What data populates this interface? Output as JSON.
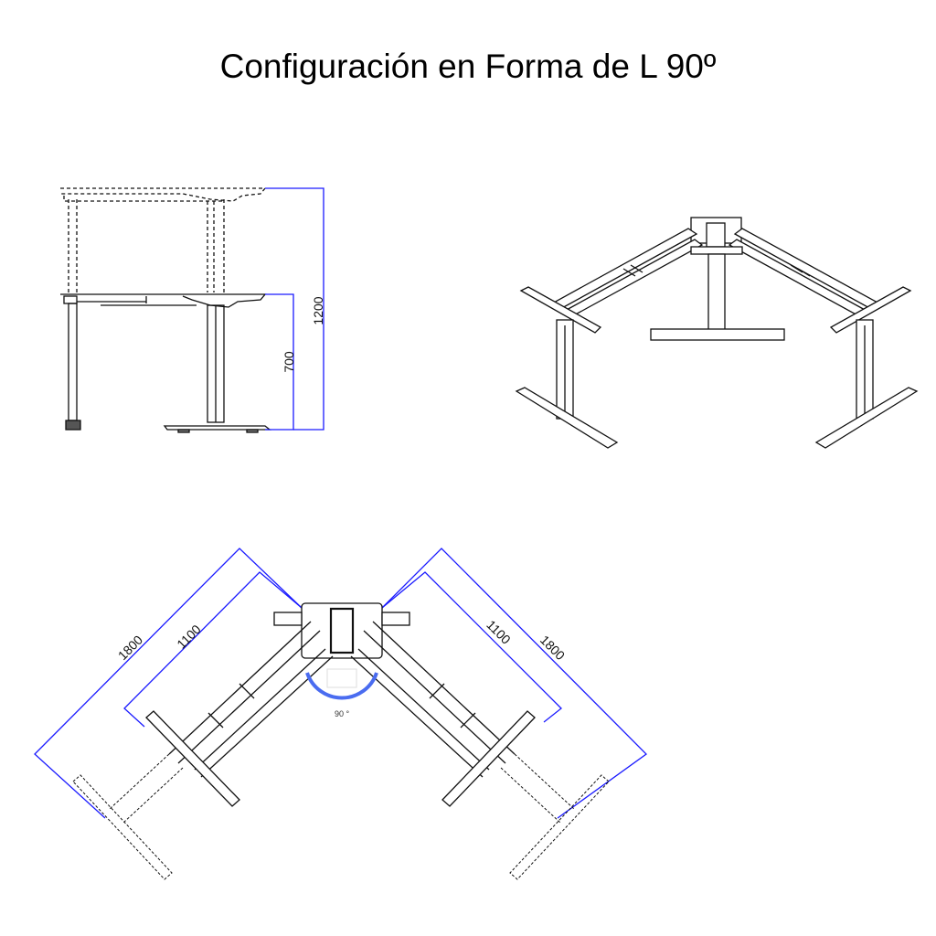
{
  "title": "Configuración en Forma de L 90º",
  "colors": {
    "dimension_line": "#1a1aff",
    "angle_arc": "#4a6cf0",
    "drawing_line": "#111111",
    "background": "#ffffff"
  },
  "side_view": {
    "label": "side-elevation-view",
    "dimensions": {
      "min_height": "700",
      "max_height": "1200"
    }
  },
  "iso_view": {
    "label": "isometric-3-leg-frame-view"
  },
  "top_view": {
    "label": "top-plan-view",
    "dimensions": {
      "left_outer": "1800",
      "left_inner": "1100",
      "right_inner": "1100",
      "right_outer": "1800",
      "angle": "90 °"
    }
  }
}
